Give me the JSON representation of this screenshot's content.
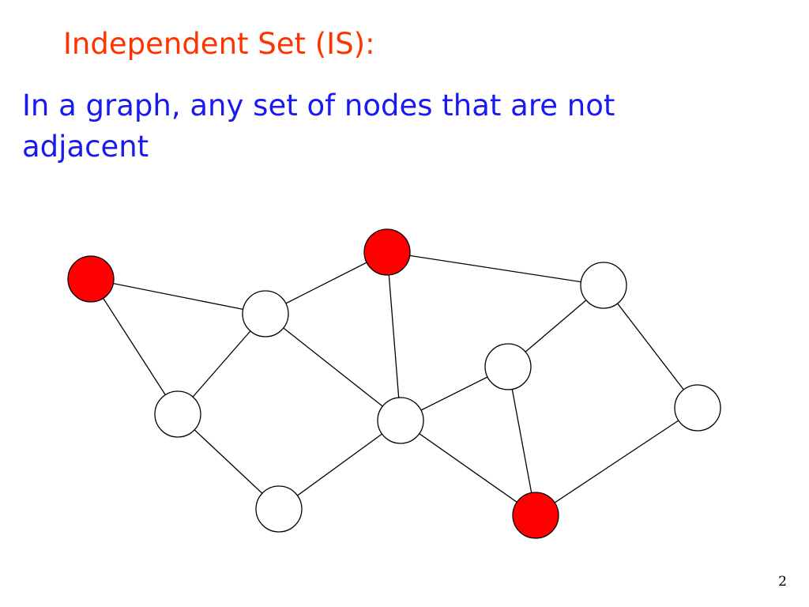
{
  "slide": {
    "title": "Independent Set (IS):",
    "definition": "In a graph, any set of nodes that are not adjacent",
    "page_number": "2"
  },
  "colors": {
    "title": "#ff3300",
    "definition": "#1a1aee",
    "selected_node_fill": "#ff0000",
    "unselected_node_fill": "#ffffff",
    "node_stroke": "#000000",
    "edge_stroke": "#000000"
  },
  "graph": {
    "nodes": [
      {
        "id": "n-far-left",
        "selected": true
      },
      {
        "id": "n-top-center",
        "selected": true
      },
      {
        "id": "n-upper-right",
        "selected": false
      },
      {
        "id": "n-left-center",
        "selected": false
      },
      {
        "id": "n-mid-right",
        "selected": false
      },
      {
        "id": "n-lower-left",
        "selected": false
      },
      {
        "id": "n-center",
        "selected": false
      },
      {
        "id": "n-far-right",
        "selected": false
      },
      {
        "id": "n-bottom-left",
        "selected": false
      },
      {
        "id": "n-bottom-right",
        "selected": true
      }
    ],
    "edges": [
      [
        "n-far-left",
        "n-left-center"
      ],
      [
        "n-far-left",
        "n-lower-left"
      ],
      [
        "n-left-center",
        "n-top-center"
      ],
      [
        "n-left-center",
        "n-lower-left"
      ],
      [
        "n-left-center",
        "n-center"
      ],
      [
        "n-top-center",
        "n-upper-right"
      ],
      [
        "n-top-center",
        "n-center"
      ],
      [
        "n-upper-right",
        "n-mid-right"
      ],
      [
        "n-upper-right",
        "n-far-right"
      ],
      [
        "n-mid-right",
        "n-center"
      ],
      [
        "n-mid-right",
        "n-bottom-right"
      ],
      [
        "n-lower-left",
        "n-bottom-left"
      ],
      [
        "n-bottom-left",
        "n-center"
      ],
      [
        "n-center",
        "n-bottom-right"
      ],
      [
        "n-far-right",
        "n-bottom-right"
      ]
    ]
  }
}
